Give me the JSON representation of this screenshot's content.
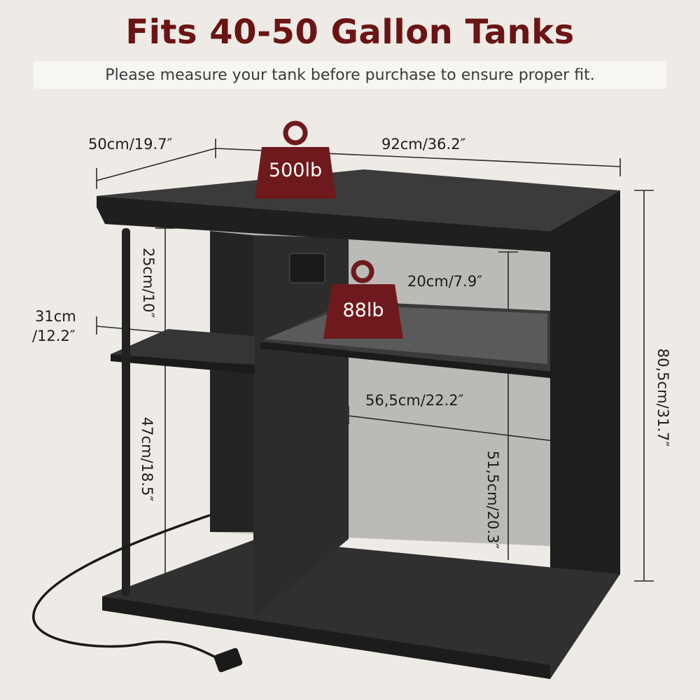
{
  "header": {
    "title": "Fits 40-50 Gallon Tanks",
    "subtitle": "Please measure your tank before purchase to ensure proper fit."
  },
  "dimensions": {
    "depth": "50cm/19.7″",
    "width": "92cm/36.2″",
    "height": "80,5cm/31.7″",
    "top_clearance_left": "25cm/10″",
    "small_shelf_depth_line1": "31cm",
    "small_shelf_depth_line2": "/12.2″",
    "top_clearance_right": "20cm/7.9″",
    "bottom_clearance_left": "47cm/18.5″",
    "inner_width": "56,5cm/22.2″",
    "bottom_clearance_right": "51,5cm/20.3″"
  },
  "weights": {
    "top": "500lb",
    "shelf": "88lb"
  },
  "colors": {
    "title": "#6b1414",
    "weight_badge": "#6e1a1d",
    "furniture": "#2a2a2a",
    "background": "#eeebe6"
  }
}
